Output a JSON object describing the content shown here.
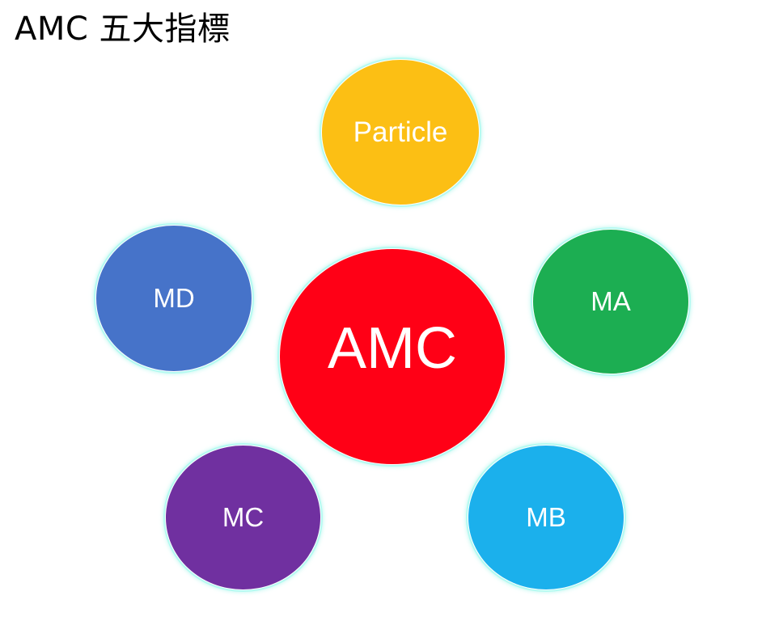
{
  "title": "AMC 五大指標",
  "diagram": {
    "center": {
      "label": "AMC",
      "color": "#ff0016"
    },
    "nodes": [
      {
        "label": "Particle",
        "color": "#fcbf14",
        "position": "top"
      },
      {
        "label": "MA",
        "color": "#1cae52",
        "position": "right"
      },
      {
        "label": "MB",
        "color": "#1bb0ec",
        "position": "bottom-right"
      },
      {
        "label": "MC",
        "color": "#7030a0",
        "position": "bottom-left"
      },
      {
        "label": "MD",
        "color": "#4673c9",
        "position": "left"
      }
    ]
  }
}
